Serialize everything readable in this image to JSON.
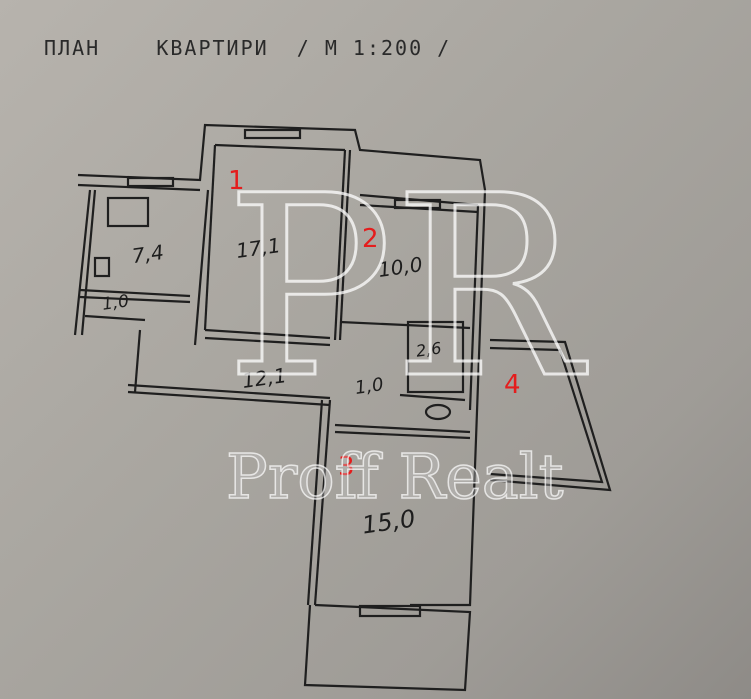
{
  "header": {
    "title": "ПЛАН    КВАРТИРИ  / М 1:200 /"
  },
  "rooms": [
    {
      "id": "kitchen",
      "area": "7,4"
    },
    {
      "id": "room-1",
      "area": "17,1",
      "marker": "1"
    },
    {
      "id": "room-2",
      "area": "10,0",
      "marker": "2"
    },
    {
      "id": "storage",
      "area": "1,0"
    },
    {
      "id": "hallway",
      "area": "12,1"
    },
    {
      "id": "corridor",
      "area": "1,0"
    },
    {
      "id": "bathroom",
      "area": "2,6"
    },
    {
      "id": "room-3",
      "area": "15,0",
      "marker": "3"
    },
    {
      "id": "balcony",
      "marker": "4"
    }
  ],
  "watermark": {
    "logo": "PR",
    "text": "Proff Realt"
  },
  "colors": {
    "paper": "#a8a59f",
    "ink": "#1d1d1d",
    "marker": "#e41d1d"
  }
}
